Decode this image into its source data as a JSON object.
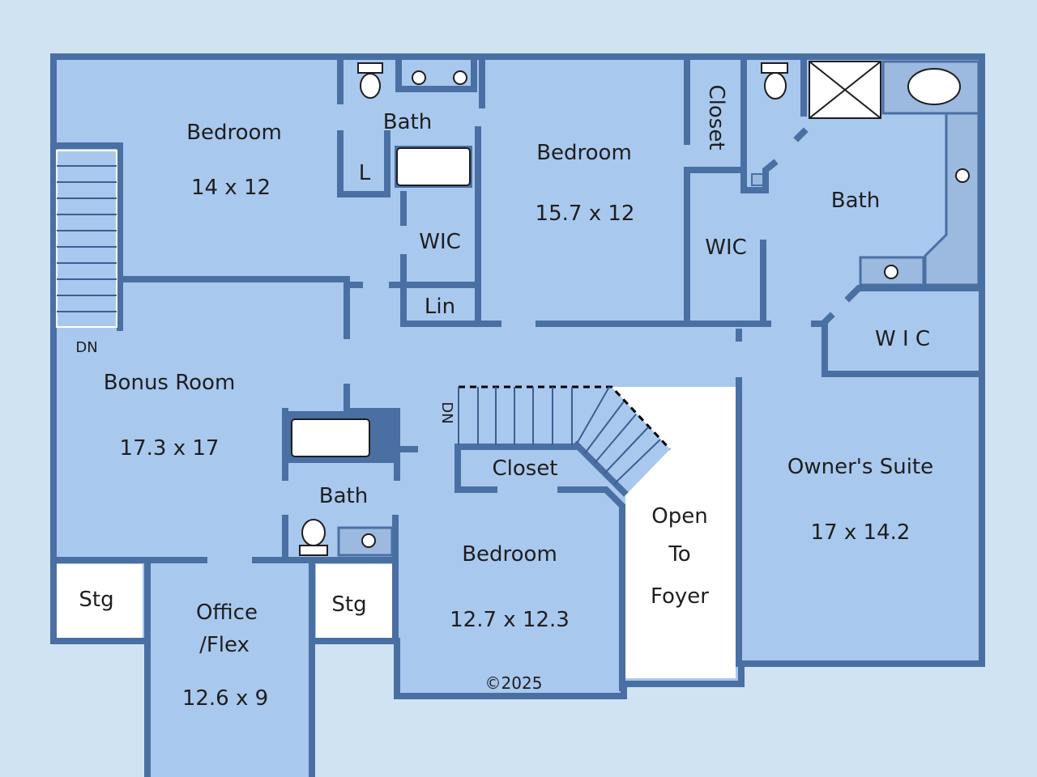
{
  "rooms": {
    "bedroom_nw": {
      "name": "Bedroom",
      "size": "14 x 12"
    },
    "bath_hall": {
      "name": "Bath"
    },
    "linen_l": {
      "name": "L"
    },
    "wic_1": {
      "name": "WIC"
    },
    "lin": {
      "name": "Lin"
    },
    "bedroom_n": {
      "name": "Bedroom",
      "size": "15.7 x 12"
    },
    "closet_n": {
      "name": "Closet"
    },
    "wic_2": {
      "name": "WIC"
    },
    "bath_owner": {
      "name": "Bath"
    },
    "wic_owner": {
      "name": "W I C"
    },
    "bonus": {
      "name": "Bonus Room",
      "size": "17.3 x 17"
    },
    "bath_bonus": {
      "name": "Bath"
    },
    "closet_stair": {
      "name": "Closet"
    },
    "owners_suite": {
      "name": "Owner's Suite",
      "size": "17 x 14.2"
    },
    "open_foyer": {
      "line1": "Open",
      "line2": "To",
      "line3": "Foyer"
    },
    "bedroom_s": {
      "name": "Bedroom",
      "size": "12.7 x 12.3"
    },
    "stg_left": {
      "name": "Stg"
    },
    "stg_right": {
      "name": "Stg"
    },
    "office": {
      "line1": "Office",
      "line2": "/Flex",
      "size": "12.6 x 9"
    }
  },
  "stairs": {
    "dn_left": "DN",
    "dn_center": "DN"
  },
  "copyright": "©2025",
  "colors": {
    "background": "#cfe3f3",
    "floor": "#a9c8ee",
    "wall": "#4a6fa3",
    "open_area": "#ffffff"
  }
}
